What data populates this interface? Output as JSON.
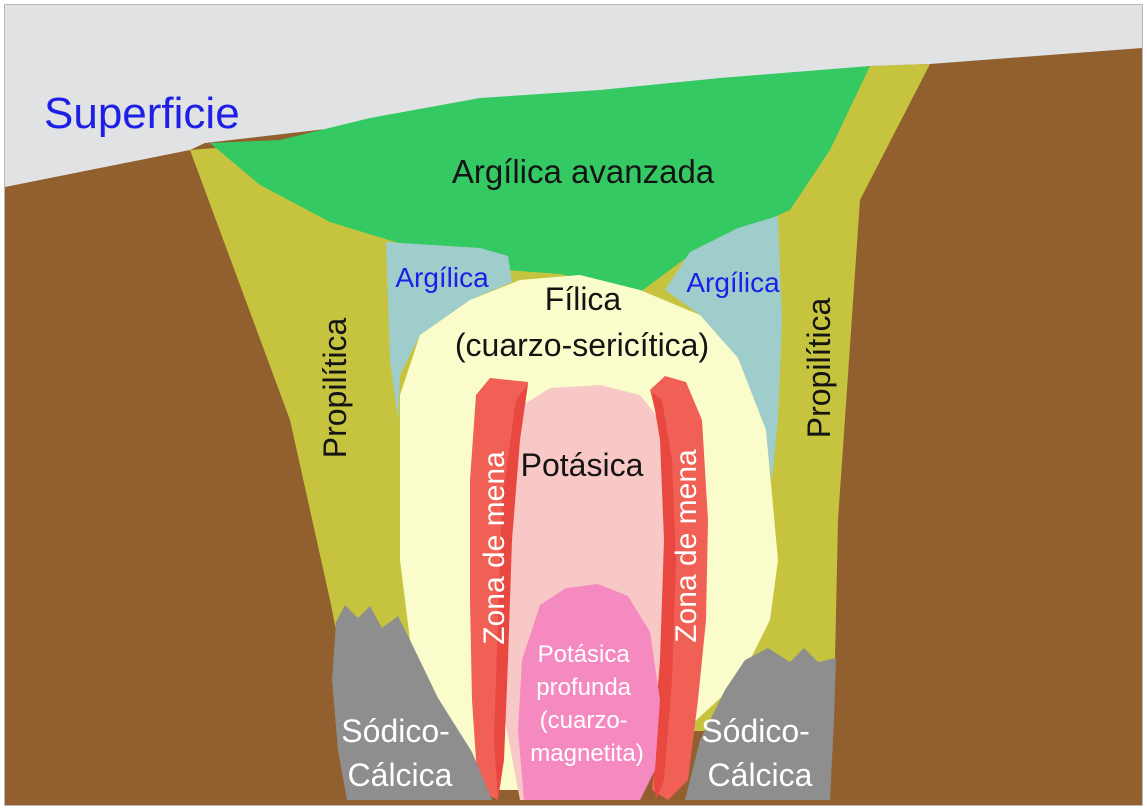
{
  "labels": {
    "superficie": "Superficie",
    "argilica_avanzada": "Argílica avanzada",
    "argilica_left": "Argílica",
    "argilica_right": "Argílica",
    "filica_line1": "Fílica",
    "filica_line2": "(cuarzo-sericítica)",
    "propilitica_left": "Propilítica",
    "propilitica_right": "Propilítica",
    "zona_mena_left": "Zona de mena",
    "zona_mena_right": "Zona de mena",
    "potasica": "Potásica",
    "potasica_profunda": [
      "Potásica",
      "profunda",
      "(cuarzo-",
      "magnetita)"
    ],
    "sodico_left": [
      "Sódico-",
      "Cálcica"
    ],
    "sodico_right": [
      "Sódico-",
      "Cálcica"
    ]
  },
  "colors": {
    "sky": "#e1e2e3",
    "ground": "#925f2f",
    "propilitica": "#c6c43e",
    "argilica_avanzada": "#34c963",
    "argilica": "#9fcdcb",
    "filica": "#fbfccb",
    "zona_mena": "#f06055",
    "zona_mena_dark": "#e84840",
    "potasica": "#f8c8c6",
    "potasica_profunda": "#f58ac0",
    "sodico_calcica": "#8e8e8e",
    "text_blue": "#1d1ee6",
    "text_dark": "#141414",
    "text_white": "#ffffff"
  }
}
